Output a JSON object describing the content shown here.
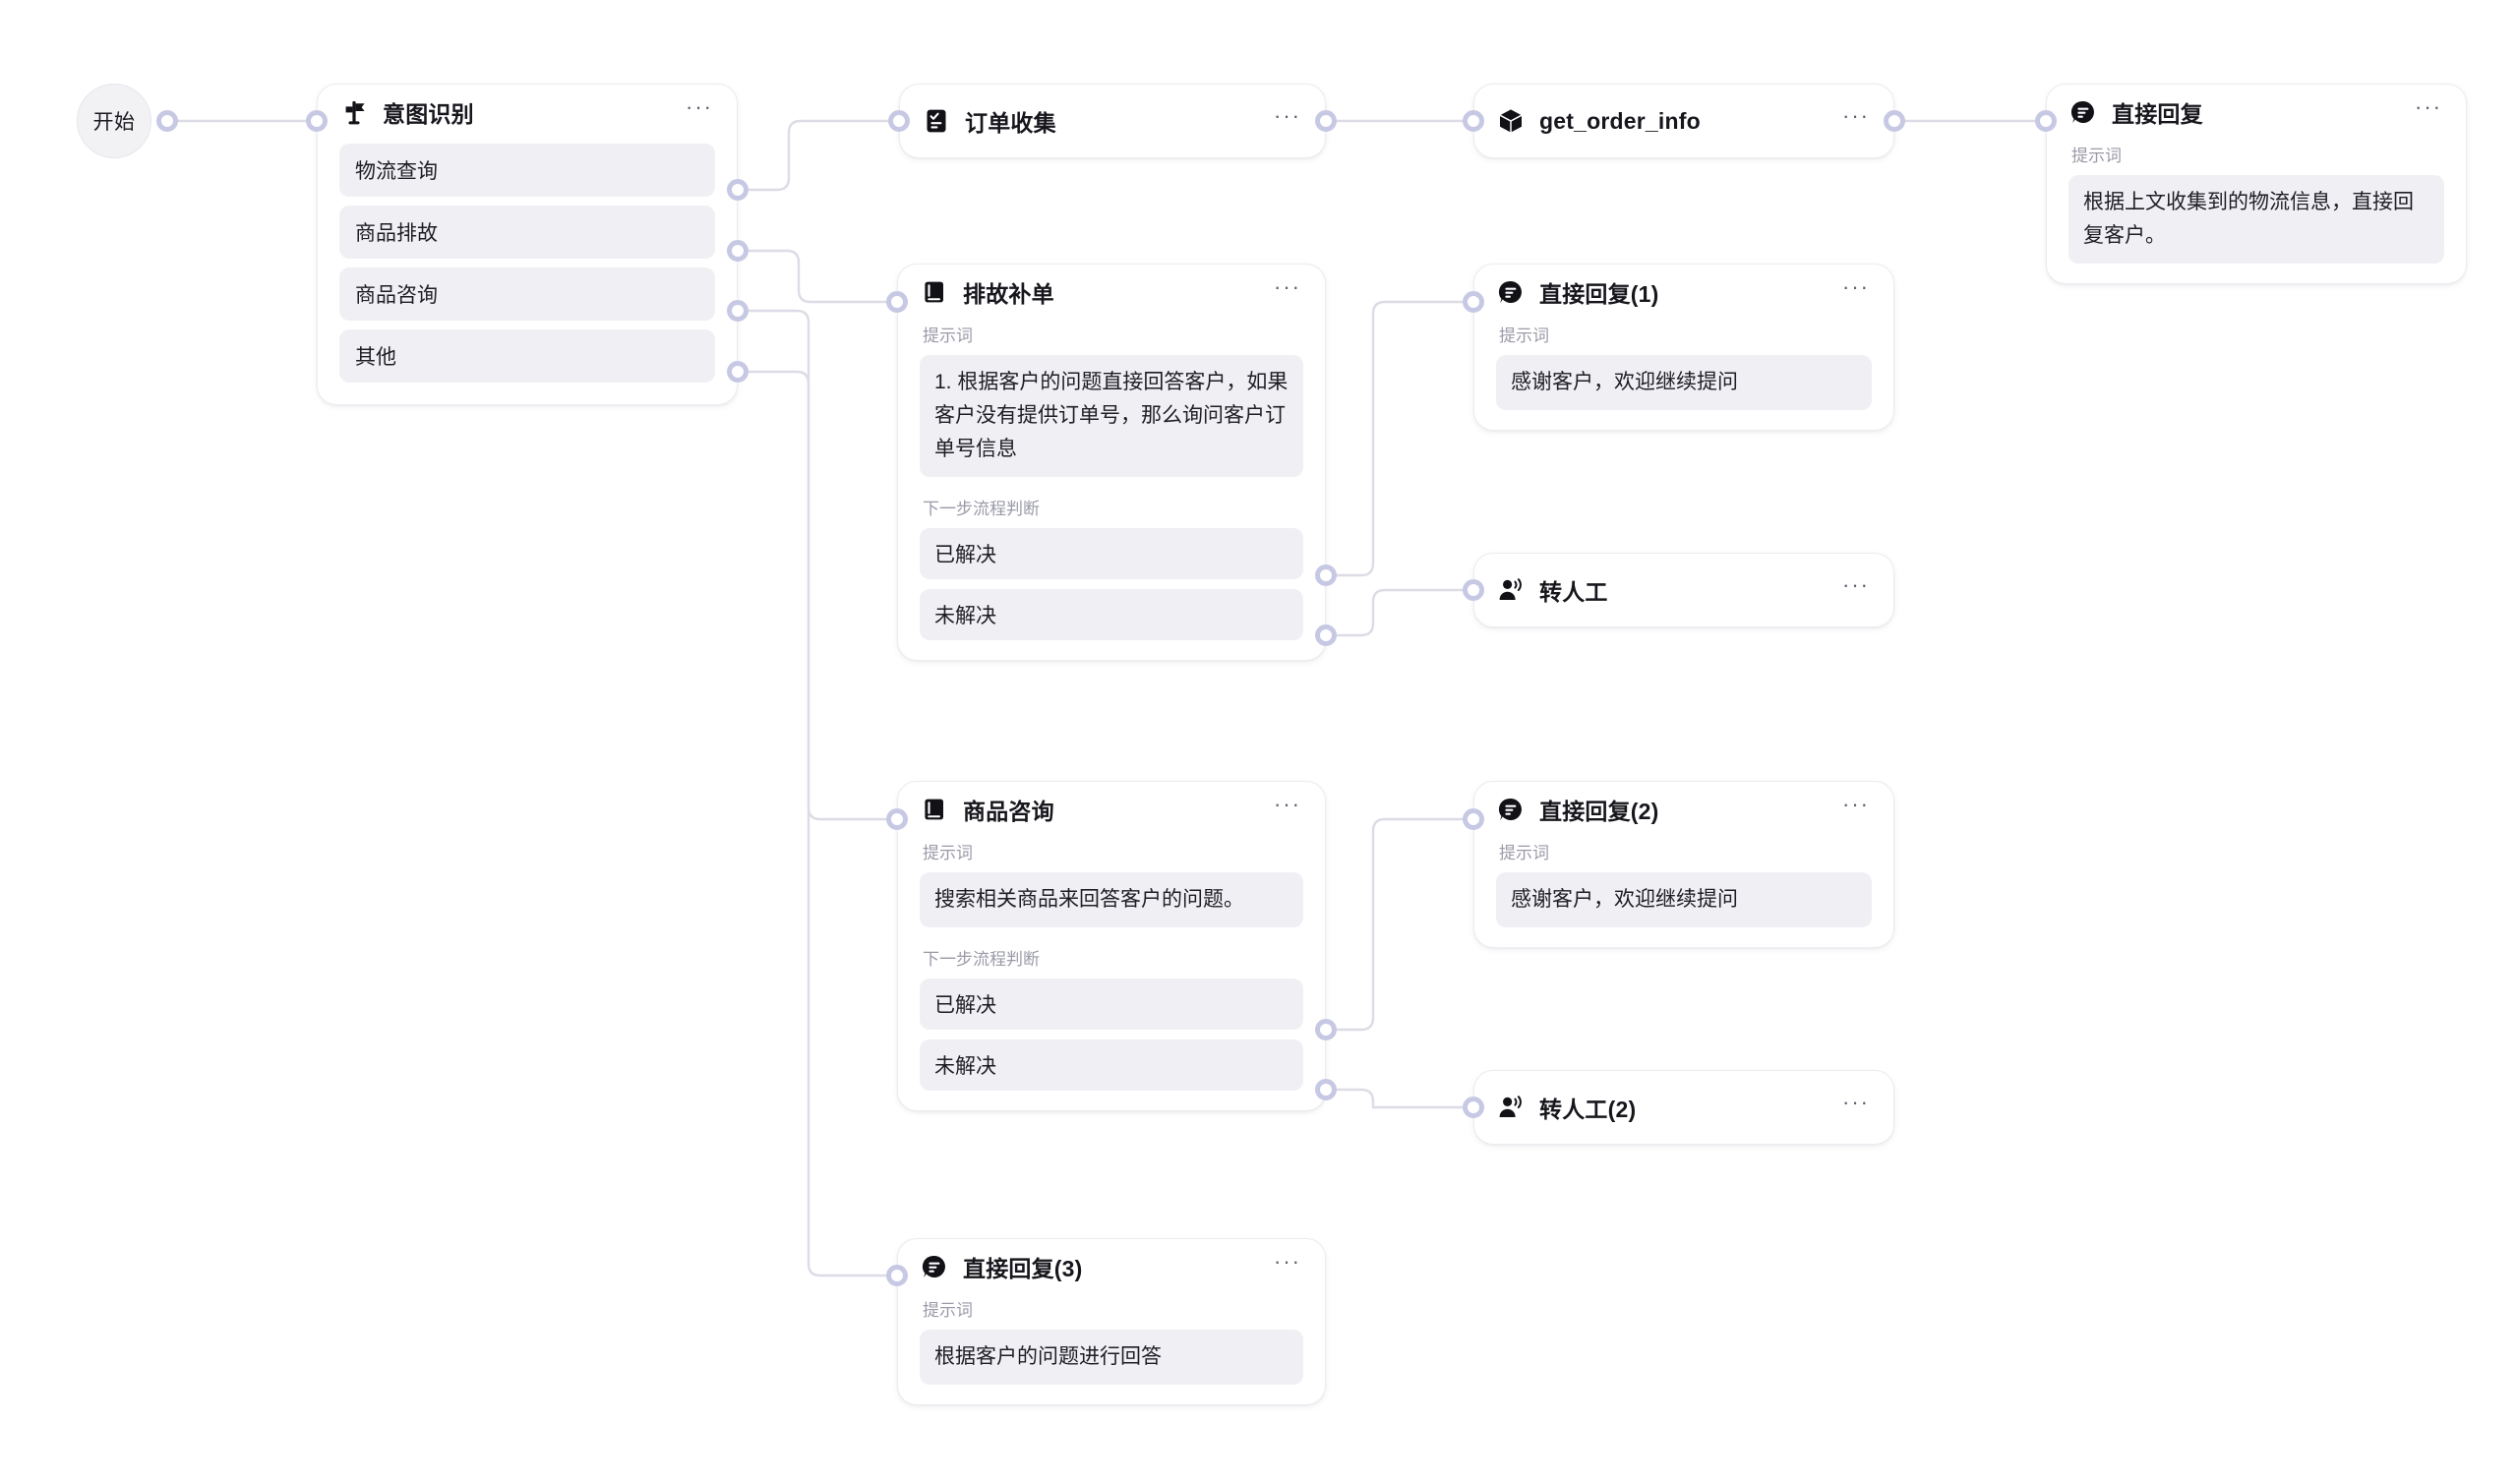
{
  "canvas": {
    "background": "#ffffff",
    "edge_color": "#dcdce6",
    "port_color": "#c7c9e4"
  },
  "start_node": {
    "label": "开始",
    "icon": "start-circle-icon"
  },
  "labels": {
    "prompt": "提示词",
    "next_step": "下一步流程判断",
    "more": "···"
  },
  "nodes": {
    "intent": {
      "title": "意图识别",
      "icon": "signpost-icon",
      "choices": [
        "物流查询",
        "商品排故",
        "商品咨询",
        "其他"
      ]
    },
    "order_collect": {
      "title": "订单收集",
      "icon": "form-check-icon"
    },
    "get_order_info": {
      "title": "get_order_info",
      "icon": "cube-icon"
    },
    "direct_reply": {
      "title": "直接回复",
      "icon": "reply-bubble-icon",
      "prompt_label": "提示词",
      "prompt": "根据上文收集到的物流信息，直接回复客户。"
    },
    "fault_order": {
      "title": "排故补单",
      "icon": "book-icon",
      "prompt_label": "提示词",
      "prompt": "1. 根据客户的问题直接回答客户，如果客户没有提供订单号，那么询问客户订单号信息",
      "next_label": "下一步流程判断",
      "branches": [
        "已解决",
        "未解决"
      ]
    },
    "direct_reply_1": {
      "title": "直接回复(1)",
      "icon": "reply-bubble-icon",
      "prompt_label": "提示词",
      "prompt": "感谢客户，欢迎继续提问"
    },
    "to_human": {
      "title": "转人工",
      "icon": "agent-handoff-icon"
    },
    "product_consult": {
      "title": "商品咨询",
      "icon": "book-icon",
      "prompt_label": "提示词",
      "prompt": "搜索相关商品来回答客户的问题。",
      "next_label": "下一步流程判断",
      "branches": [
        "已解决",
        "未解决"
      ]
    },
    "direct_reply_2": {
      "title": "直接回复(2)",
      "icon": "reply-bubble-icon",
      "prompt_label": "提示词",
      "prompt": "感谢客户，欢迎继续提问"
    },
    "to_human_2": {
      "title": "转人工(2)",
      "icon": "agent-handoff-icon"
    },
    "direct_reply_3": {
      "title": "直接回复(3)",
      "icon": "reply-bubble-icon",
      "prompt_label": "提示词",
      "prompt": "根据客户的问题进行回答"
    }
  }
}
